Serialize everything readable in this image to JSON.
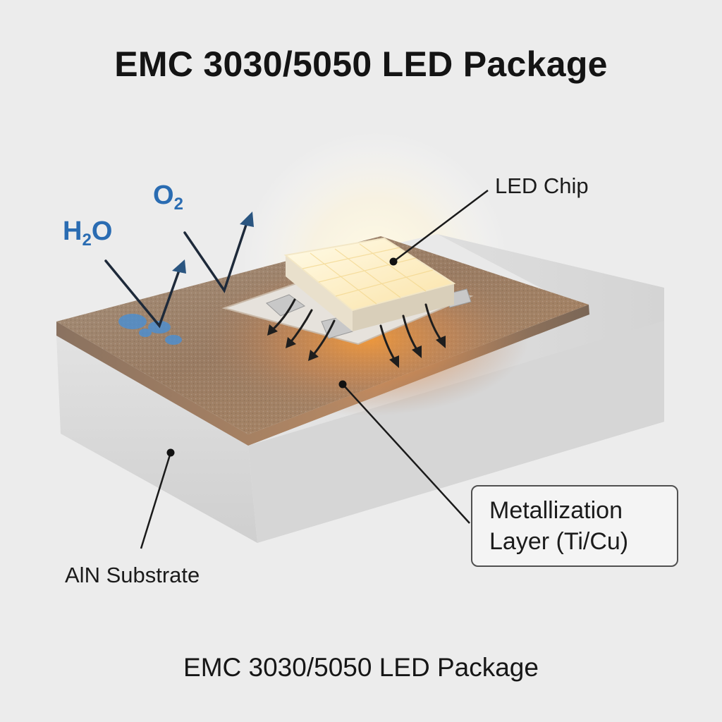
{
  "title": "EMC 3030/5050 LED Package",
  "caption": "EMC 3030/5050 LED Package",
  "labels": {
    "led_chip": "LED Chip",
    "substrate": "AlN Substrate",
    "metallization_line1": "Metallization",
    "metallization_line2": "Layer (Ti/Cu)"
  },
  "molecules": {
    "water": {
      "base": "H",
      "sub": "2",
      "suffix": "O"
    },
    "oxygen": {
      "base": "O",
      "sub": "2"
    }
  },
  "colors": {
    "background": "#ececec",
    "substrate": "#d9d9d9",
    "metallization": "#9a8068",
    "chip": "#fff4cc",
    "molecule_text": "#2a6cb2",
    "leader_lines": "#1a1a1a"
  }
}
